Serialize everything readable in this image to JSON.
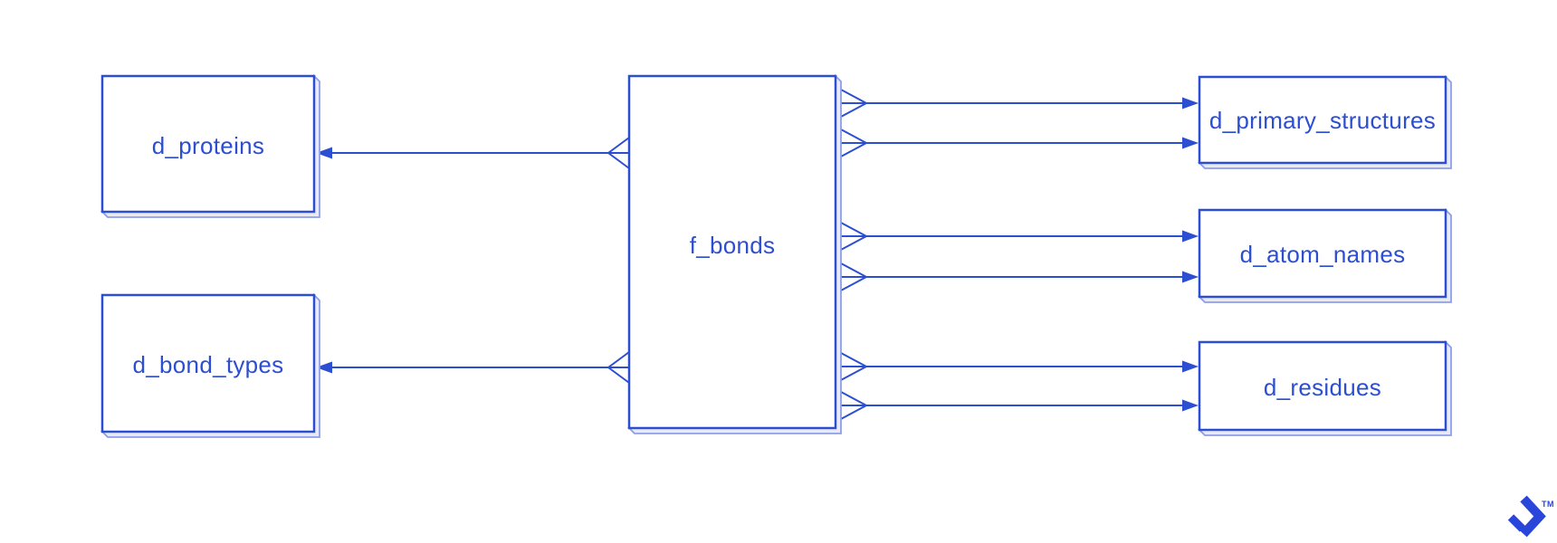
{
  "colors": {
    "primary_blue": "#2c4ed0",
    "shadow_fill": "#e9eaf2",
    "shadow_stroke": "#8d9ee9",
    "logo_blue": "#2945da",
    "background": "#ffffff"
  },
  "entities": {
    "f_bonds": {
      "label": "f_bonds"
    },
    "d_proteins": {
      "label": "d_proteins"
    },
    "d_bond_types": {
      "label": "d_bond_types"
    },
    "d_primary_structures": {
      "label": "d_primary_structures"
    },
    "d_atom_names": {
      "label": "d_atom_names"
    },
    "d_residues": {
      "label": "d_residues"
    }
  },
  "relationships": [
    {
      "from": "f_bonds",
      "to": "d_proteins",
      "from_end": "crow-foot-many",
      "to_end": "arrow",
      "line_count": 1
    },
    {
      "from": "f_bonds",
      "to": "d_bond_types",
      "from_end": "crow-foot-many",
      "to_end": "arrow",
      "line_count": 1
    },
    {
      "from": "f_bonds",
      "to": "d_primary_structures",
      "from_end": "crow-foot-many",
      "to_end": "arrow",
      "line_count": 2
    },
    {
      "from": "f_bonds",
      "to": "d_atom_names",
      "from_end": "crow-foot-many",
      "to_end": "arrow",
      "line_count": 2
    },
    {
      "from": "f_bonds",
      "to": "d_residues",
      "from_end": "crow-foot-many",
      "to_end": "arrow",
      "line_count": 2
    }
  ],
  "logo": {
    "icon": "toptal-logo-icon",
    "trademark": "TM"
  }
}
